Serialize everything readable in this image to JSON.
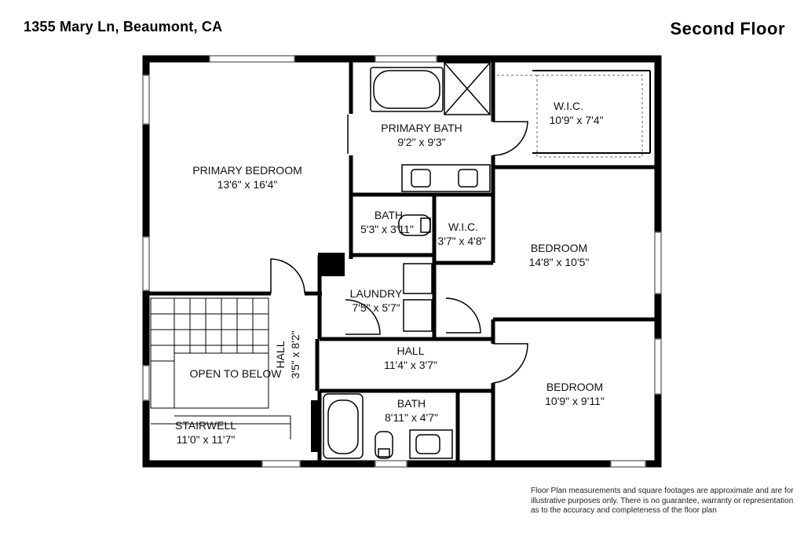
{
  "header": {
    "address": "1355 Mary Ln, Beaumont, CA",
    "floor_title": "Second Floor"
  },
  "rooms": {
    "primary_bedroom": {
      "name": "PRIMARY BEDROOM",
      "dims": "13'6\" x 16'4\""
    },
    "primary_bath": {
      "name": "PRIMARY BATH",
      "dims": "9'2\" x 9'3\""
    },
    "wic_primary": {
      "name": "W.I.C.",
      "dims": "10'9\" x 7'4\""
    },
    "bath_small": {
      "name": "BATH",
      "dims": "5'3\" x 3'11\""
    },
    "wic_small": {
      "name": "W.I.C.",
      "dims": "3'7\" x 4'8\""
    },
    "bedroom_upper": {
      "name": "BEDROOM",
      "dims": "14'8\" x 10'5\""
    },
    "laundry": {
      "name": "LAUNDRY",
      "dims": "7'5\" x 5'7\""
    },
    "hall_vertical": {
      "name": "HALL",
      "dims": "3'5\" x 8'2\""
    },
    "hall_horizontal": {
      "name": "HALL",
      "dims": "11'4\" x 3'7\""
    },
    "open_to_below": {
      "name": "OPEN TO BELOW"
    },
    "stairwell": {
      "name": "STAIRWELL",
      "dims": "11'0\" x 11'7\""
    },
    "bath_lower": {
      "name": "BATH",
      "dims": "8'11\" x 4'7\""
    },
    "bedroom_lower": {
      "name": "BEDROOM",
      "dims": "10'9\" x 9'11\""
    }
  },
  "disclaimer": {
    "line1": "Floor Plan measurements and square footages are approximate and are for",
    "line2": "illustrative purposes only. There is no guarantee, warranty or representation",
    "line3": "as to the accuracy and completeness of the floor plan"
  }
}
